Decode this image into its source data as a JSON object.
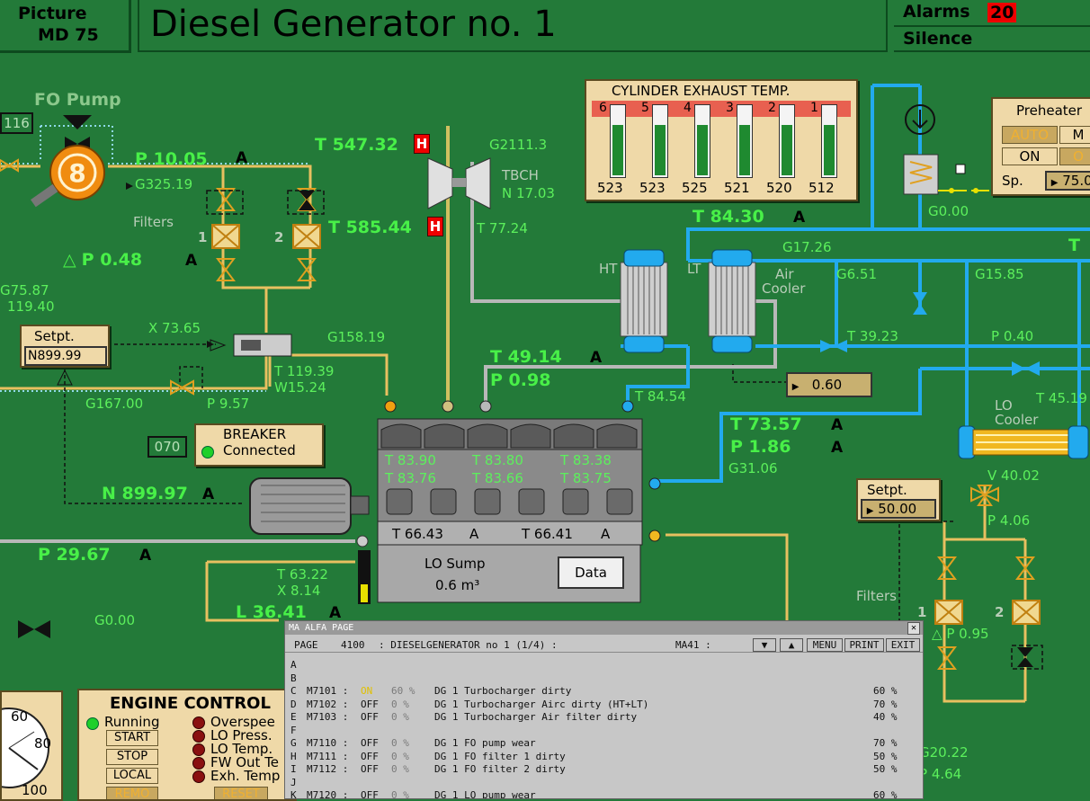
{
  "header": {
    "picture_label": "Picture",
    "picture_code": "MD 75",
    "title": "Diesel Generator no. 1",
    "alarms_label": "Alarms",
    "alarms_count": "20",
    "silence_label": "Silence"
  },
  "fo_pump": {
    "title": "FO Pump",
    "id_box": "116",
    "p_main": "P 10.05",
    "p_main_mode": "A",
    "g_pump": "G325.19",
    "filters_label": "Filters",
    "filter_1": "1",
    "filter_2": "2",
    "dp": "P 0.48",
    "dp_mode": "A",
    "g_left": "G75.87",
    "left_val": "119.40"
  },
  "governor": {
    "setpt_label": "Setpt.",
    "setpt_value": "N899.99",
    "x": "X 73.65",
    "g_out": "G158.19",
    "t": "T 119.39",
    "w": "W15.24",
    "g_in": "G167.00",
    "p": "P 9.57"
  },
  "breaker": {
    "id": "070",
    "title": "BREAKER",
    "status": "Connected"
  },
  "speed": {
    "n": "N 899.97",
    "mode": "A"
  },
  "lube": {
    "p": "P 29.67",
    "mode": "A",
    "g": "G0.00",
    "t": "T 63.22",
    "x": "X 8.14",
    "l": "L 36.41",
    "l_mode": "A"
  },
  "turbo": {
    "t_in": "T 547.32",
    "t_in_flag": "H",
    "t_out": "T 585.44",
    "t_out_flag": "H",
    "g": "G2111.3",
    "name": "TBCH",
    "n": "N 17.03",
    "t_air": "T 77.24"
  },
  "exhaust": {
    "title": "CYLINDER EXHAUST TEMP.",
    "cylinders": [
      {
        "no": "6",
        "temp": "523"
      },
      {
        "no": "5",
        "temp": "523"
      },
      {
        "no": "4",
        "temp": "525"
      },
      {
        "no": "3",
        "temp": "521"
      },
      {
        "no": "2",
        "temp": "520"
      },
      {
        "no": "1",
        "temp": "512"
      }
    ]
  },
  "air_cooler": {
    "t_top": "T 84.30",
    "t_top_mode": "A",
    "g_in": "G17.26",
    "ht": "HT",
    "lt": "LT",
    "label1": "Air",
    "label2": "Cooler",
    "g_a": "G6.51",
    "g_b": "G15.85",
    "t_valve": "T 39.23",
    "p_line": "P 0.40",
    "ctrl_value": "0.60",
    "t_right": "T"
  },
  "charge_air": {
    "t": "T 49.14",
    "mode": "A",
    "p": "P 0.98",
    "t_ht": "T 84.54"
  },
  "engine": {
    "temps_top": [
      "T 83.90",
      "T 83.80",
      "T 83.38"
    ],
    "temps_bottom": [
      "T 83.76",
      "T 83.66",
      "T 83.75"
    ],
    "lower_left": "T 66.43",
    "lower_left_mode": "A",
    "lower_right": "T 66.41",
    "lower_right_mode": "A",
    "sump_title": "LO Sump",
    "sump_volume": "0.6 m³",
    "data_btn": "Data"
  },
  "lo_circuit": {
    "t": "T 73.57",
    "t_mode": "A",
    "p": "P 1.86",
    "p_mode": "A",
    "g": "G31.06",
    "cooler_label1": "LO",
    "cooler_label2": "Cooler",
    "t_cooler": "T 45.19",
    "setpt_label": "Setpt.",
    "setpt_value": "50.00",
    "v": "V 40.02",
    "p_after": "P 4.06",
    "filters_label": "Filters",
    "filter_1": "1",
    "filter_2": "2",
    "dp": "P 0.95",
    "g_bottom": "G20.22",
    "p_bottom": "P 4.64"
  },
  "preheater": {
    "title": "Preheater",
    "auto": "AUTO",
    "manual": "M",
    "on": "ON",
    "off": "O",
    "sp_label": "Sp.",
    "sp_value": "75.0",
    "g": "G0.00"
  },
  "engine_control": {
    "title": "ENGINE CONTROL",
    "running": "Running",
    "start": "START",
    "stop": "STOP",
    "local": "LOCAL",
    "remo": "REMO",
    "reset": "RESET",
    "alarms": [
      "Overspee",
      "LO Press.",
      "LO Temp.",
      "FW Out Te",
      "Exh. Temp"
    ]
  },
  "gauge": {
    "ticks": [
      "60",
      "80",
      "100"
    ]
  },
  "ma_alfa": {
    "title": "MA ALFA PAGE",
    "page_label": "PAGE",
    "page_no": "4100",
    "page_title": ": DIESELGENERATOR no 1 (1/4) :",
    "ma_label": "MA41 :",
    "menu": "MENU",
    "print": "PRINT",
    "exit": "EXIT",
    "rows": [
      {
        "key": "A",
        "tag": "",
        "state": "",
        "pct": "",
        "desc": "",
        "value": ""
      },
      {
        "key": "B",
        "tag": "",
        "state": "",
        "pct": "",
        "desc": "",
        "value": ""
      },
      {
        "key": "C",
        "tag": "M7101 :",
        "state": "ON",
        "pct": "60 %",
        "desc": "DG 1 Turbocharger dirty",
        "value": "60 %"
      },
      {
        "key": "D",
        "tag": "M7102 :",
        "state": "OFF",
        "pct": "0 %",
        "desc": "DG 1 Turbocharger Airc dirty (HT+LT)",
        "value": "70 %"
      },
      {
        "key": "E",
        "tag": "M7103 :",
        "state": "OFF",
        "pct": "0 %",
        "desc": "DG 1 Turbocharger Air filter dirty",
        "value": "40 %"
      },
      {
        "key": "F",
        "tag": "",
        "state": "",
        "pct": "",
        "desc": "",
        "value": ""
      },
      {
        "key": "G",
        "tag": "M7110 :",
        "state": "OFF",
        "pct": "0 %",
        "desc": "DG 1 FO pump wear",
        "value": "70 %"
      },
      {
        "key": "H",
        "tag": "M7111 :",
        "state": "OFF",
        "pct": "0 %",
        "desc": "DG 1 FO filter 1 dirty",
        "value": "50 %"
      },
      {
        "key": "I",
        "tag": "M7112 :",
        "state": "OFF",
        "pct": "0 %",
        "desc": "DG 1 FO filter 2 dirty",
        "value": "50 %"
      },
      {
        "key": "J",
        "tag": "",
        "state": "",
        "pct": "",
        "desc": "",
        "value": ""
      },
      {
        "key": "K",
        "tag": "M7120 :",
        "state": "OFF",
        "pct": "0 %",
        "desc": "DG 1 LO pump wear",
        "value": "60 %"
      }
    ]
  },
  "colors": {
    "background": "#237a39",
    "value_green": "#48f048",
    "fo_line": "#e8c060",
    "water_line": "#22aaee",
    "alarm_red": "#e00000"
  }
}
